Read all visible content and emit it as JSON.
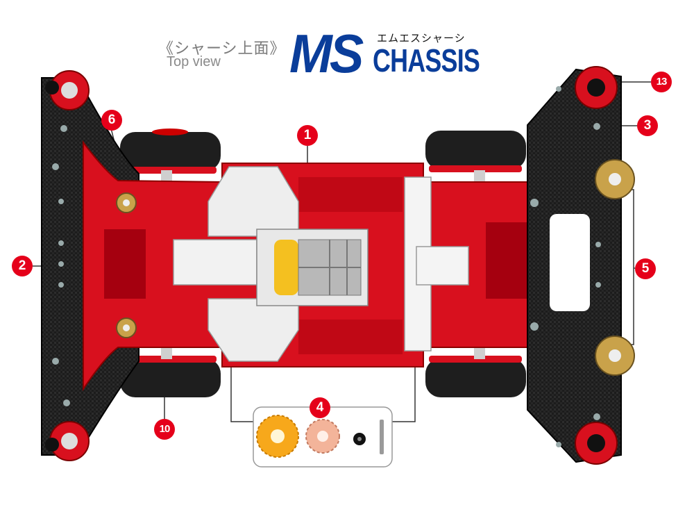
{
  "header": {
    "title_jp": "《シャーシ上面》",
    "title_en": "Top view",
    "logo_main": "MS",
    "logo_sub": "CHASSIS",
    "logo_kana": "エムエスシャーシ"
  },
  "callouts": {
    "c1": "1",
    "c2": "2",
    "c3": "3",
    "c4": "4",
    "c5": "5",
    "c6": "6",
    "c10": "10",
    "c13": "13"
  },
  "colors": {
    "callout_red": "#e5001a",
    "logo_blue": "#0a3d9a",
    "chassis_red": "#d8101e",
    "carbon_black": "#1c1c1c",
    "gear_yellow": "#f7a81b",
    "gear_pink": "#f3b49a",
    "roller_gold": "#c9a24a"
  }
}
